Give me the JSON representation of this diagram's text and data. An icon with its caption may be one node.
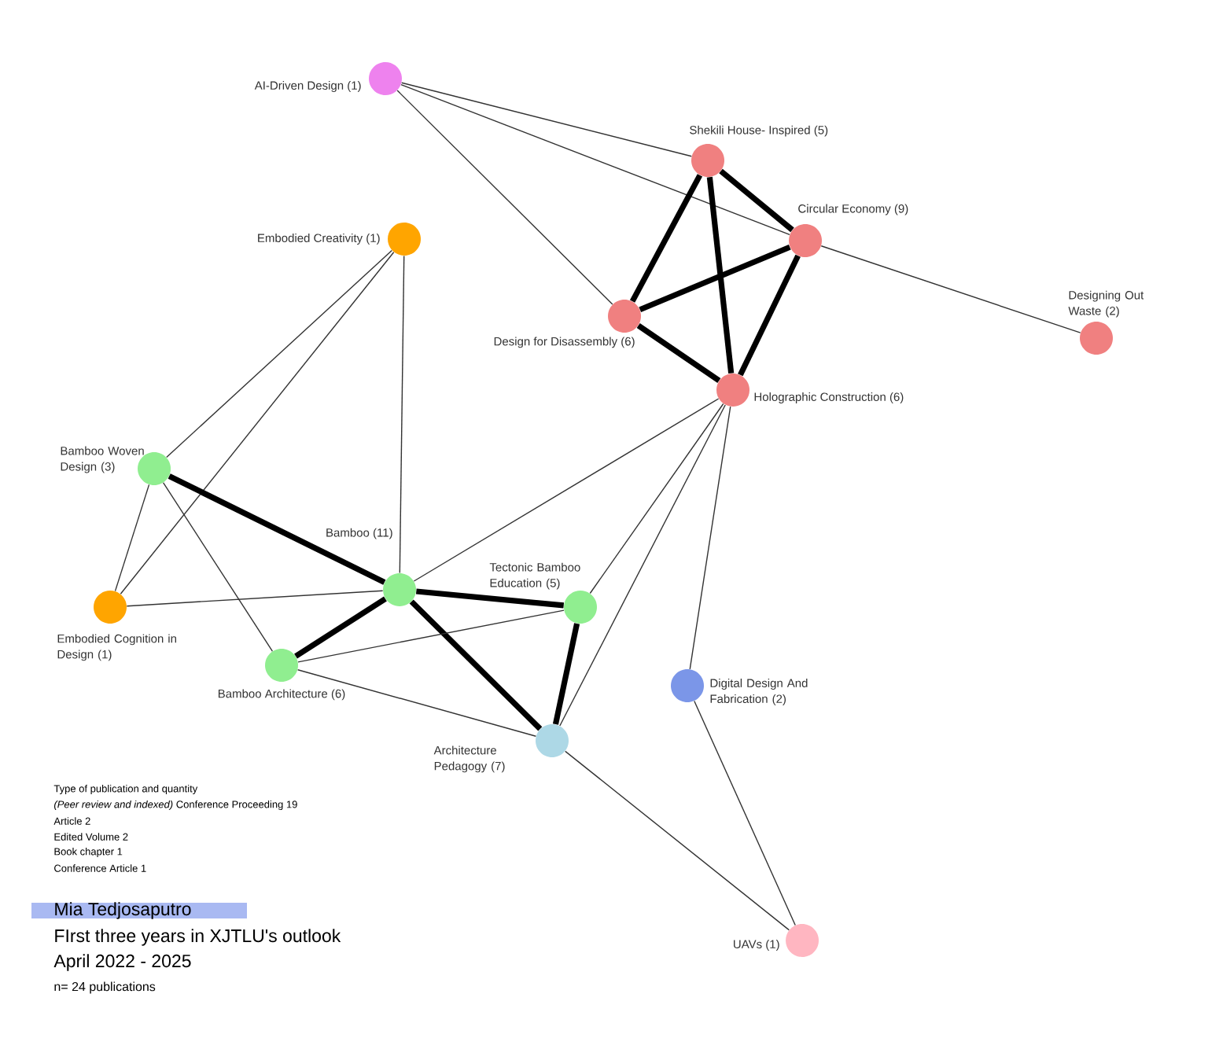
{
  "diagram": {
    "nodes": [
      {
        "text": [
          "AI-Driven Design (1)"
        ]
      },
      {
        "text": [
          "Shekili House- Inspired (5)"
        ]
      },
      {
        "text": [
          "Circular Economy (9)"
        ]
      },
      {
        "text": [
          "Embodied Creativity (1)"
        ]
      },
      {
        "text": [
          "Design for Disassembly (6)"
        ]
      },
      {
        "text": [
          "Designing Out Waste (2)"
        ]
      },
      {
        "text": [
          "Holographic Construction (6)"
        ]
      },
      {
        "text": [
          "Bamboo Woven Design (3)"
        ]
      },
      {
        "text": [
          "Bamboo (11)"
        ]
      },
      {
        "text": [
          "Tectonic Bamboo Education (5)"
        ]
      },
      {
        "text": [
          "Embodied Cognition in Design (1)"
        ]
      },
      {
        "text": [
          "Bamboo Architecture (6)"
        ]
      },
      {
        "text": [
          "Digital Design And Fabrication (2)"
        ]
      },
      {
        "text": [
          "Architecture Pedagogy (7)"
        ]
      },
      {
        "text": [
          "UAVs (1)"
        ]
      }
    ],
    "edges": [
      {
        "from": 0,
        "to": 1,
        "arrow": "none"
      },
      {
        "from": 0,
        "to": 2,
        "arrow": "none"
      },
      {
        "from": 0,
        "to": 4,
        "arrow": "none"
      },
      {
        "from": 1,
        "to": 2,
        "arrow": "none",
        "style": "thick"
      },
      {
        "from": 1,
        "to": 4,
        "arrow": "none",
        "style": "thick"
      },
      {
        "from": 1,
        "to": 6,
        "arrow": "none",
        "style": "thick"
      },
      {
        "from": 2,
        "to": 4,
        "arrow": "none",
        "style": "thick"
      },
      {
        "from": 2,
        "to": 6,
        "arrow": "none",
        "style": "thick"
      },
      {
        "from": 2,
        "to": 5,
        "arrow": "none"
      },
      {
        "from": 4,
        "to": 6,
        "arrow": "none",
        "style": "thick"
      },
      {
        "from": 3,
        "to": 7,
        "arrow": "none"
      },
      {
        "from": 3,
        "to": 10,
        "arrow": "none"
      },
      {
        "from": 3,
        "to": 8,
        "arrow": "none"
      },
      {
        "from": 6,
        "to": 8,
        "arrow": "none"
      },
      {
        "from": 6,
        "to": 9,
        "arrow": "none"
      },
      {
        "from": 6,
        "to": 13,
        "arrow": "none"
      },
      {
        "from": 6,
        "to": 12,
        "arrow": "none"
      },
      {
        "from": 7,
        "to": 8,
        "arrow": "none",
        "style": "thick"
      },
      {
        "from": 7,
        "to": 10,
        "arrow": "none"
      },
      {
        "from": 7,
        "to": 11,
        "arrow": "none"
      },
      {
        "from": 10,
        "to": 8,
        "arrow": "none"
      },
      {
        "from": 8,
        "to": 9,
        "arrow": "none",
        "style": "thick"
      },
      {
        "from": 8,
        "to": 11,
        "arrow": "none",
        "style": "thick"
      },
      {
        "from": 8,
        "to": 13,
        "arrow": "none",
        "style": "thick"
      },
      {
        "from": 11,
        "to": 9,
        "arrow": "none"
      },
      {
        "from": 11,
        "to": 13,
        "arrow": "none"
      },
      {
        "from": 9,
        "to": 13,
        "arrow": "none",
        "style": "thick"
      },
      {
        "from": 13,
        "to": 14,
        "arrow": "none"
      },
      {
        "from": 12,
        "to": 14,
        "arrow": "none"
      }
    ],
    "labels": [
      "Type of publication and quantity",
      "*(Peer review and indexed)* Conference Proceeding  19",
      "Article 2",
      "Edited Volume 2",
      "Book chapter  1",
      "Conference Article 1",
      "Mia Tedjosaputro",
      "FIrst three years in XJTLU's outlook",
      "April 2022 - 2025",
      "n= 24 publications"
    ]
  }
}
